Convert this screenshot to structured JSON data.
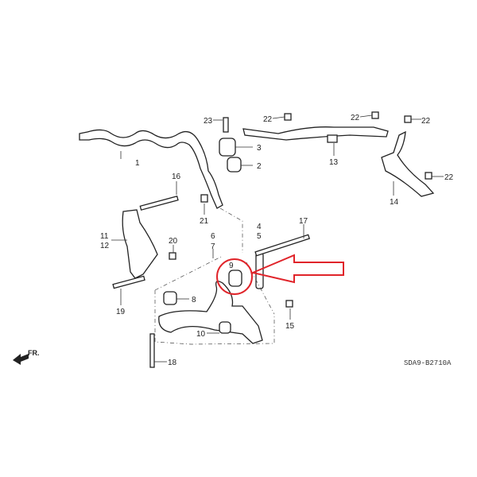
{
  "diagram": {
    "part_numbers": {
      "p1": "1",
      "p2": "2",
      "p3": "3",
      "p4": "4",
      "p5": "5",
      "p6": "6",
      "p7": "7",
      "p8": "8",
      "p9": "9",
      "p10": "10",
      "p11": "11",
      "p12": "12",
      "p13": "13",
      "p14": "14",
      "p15": "15",
      "p16": "16",
      "p17": "17",
      "p18": "18",
      "p19": "19",
      "p20": "20",
      "p21": "21",
      "p22": "22",
      "p23": "23"
    },
    "direction_label": "FR.",
    "diagram_code": "SDA9-B2710A",
    "highlight_color": "#e0242a"
  }
}
